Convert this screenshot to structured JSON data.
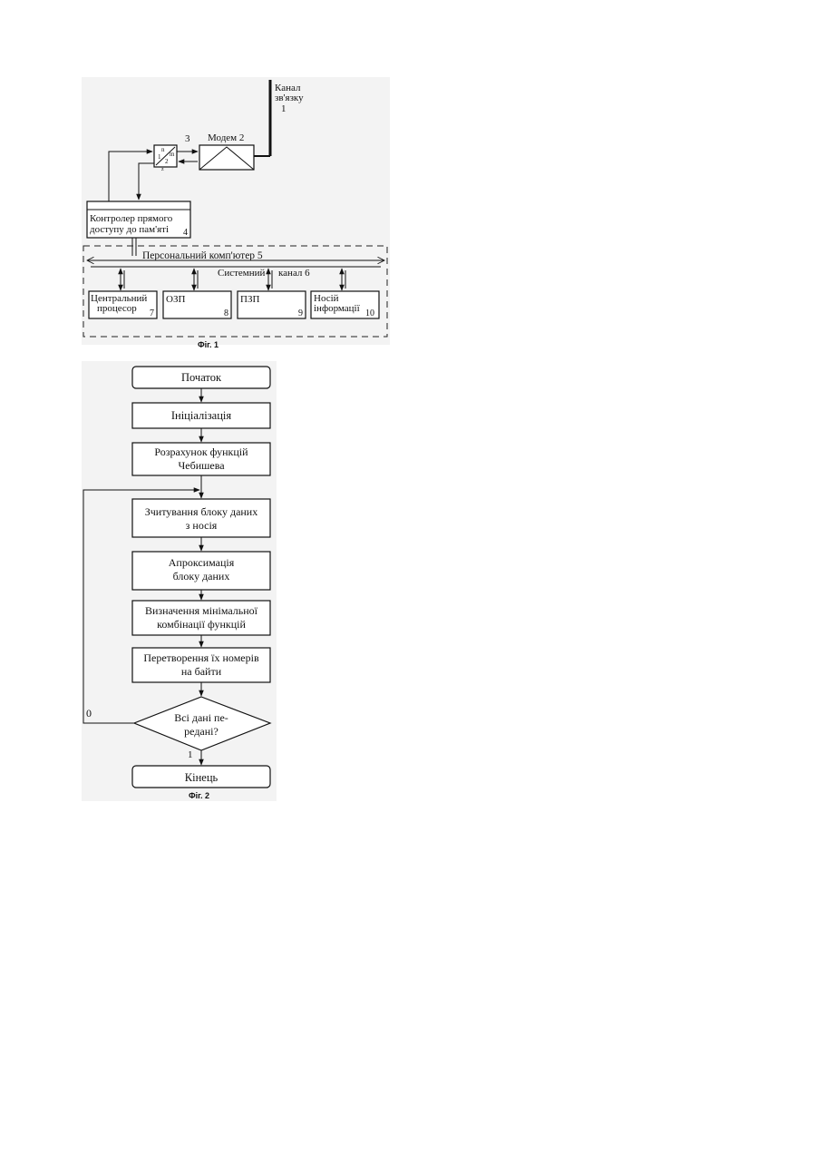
{
  "fig1": {
    "caption": "Фіг. 1",
    "channel_line1": "Канал",
    "channel_line2": "зв'язку",
    "channel_num": "1",
    "modem": "Модем 2",
    "switch_num": "3",
    "switch_marks": [
      "1",
      "n",
      "2",
      "m",
      "z"
    ],
    "dma_line1": "Контролер прямого",
    "dma_line2": "доступу до пам'яті",
    "dma_num": "4",
    "pc_label": "Персональний комп'ютер 5",
    "bus_label_left": "Системний",
    "bus_label_right": "канал 6",
    "blocks": [
      {
        "line1": "Центральний",
        "line2": "процесор",
        "num": "7"
      },
      {
        "line1": "ОЗП",
        "line2": "",
        "num": "8"
      },
      {
        "line1": "ПЗП",
        "line2": "",
        "num": "9"
      },
      {
        "line1": "Носій",
        "line2": "інформації",
        "num": "10"
      }
    ]
  },
  "fig2": {
    "caption": "Фіг. 2",
    "start": "Початок",
    "init": "Ініціалізація",
    "calc_line1": "Розрахунок функцій",
    "calc_line2": "Чебишева",
    "read_line1": "Зчитування блоку даних",
    "read_line2": "з носія",
    "approx_line1": "Апроксимація",
    "approx_line2": "блоку даних",
    "define_line1": "Визначення мінімальної",
    "define_line2": "комбінації функцій",
    "convert_line1": "Перетворення їх номерів",
    "convert_line2": "на байти",
    "decision_line1": "Всі дані пе-",
    "decision_line2": "редані?",
    "no_label": "0",
    "yes_label": "1",
    "end": "Кінець"
  }
}
